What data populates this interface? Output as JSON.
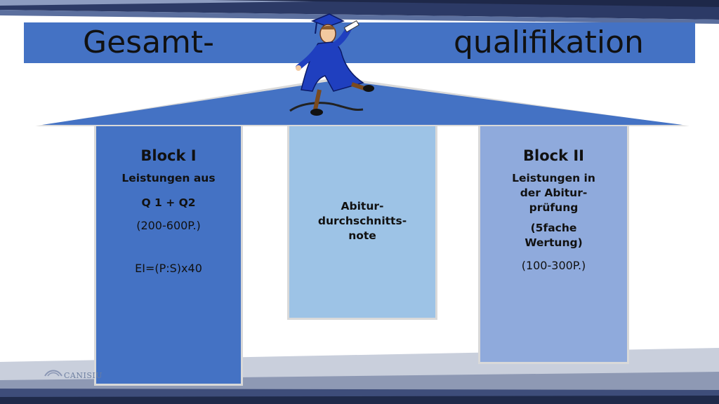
{
  "title": {
    "left": "Gesamt-",
    "right": "qualifikation"
  },
  "blocks": [
    {
      "heading": "Block I",
      "lines": [
        "Leistungen aus",
        "Q 1 + Q2"
      ],
      "points": "(200-600P.)",
      "formula": "EI=(P:S)x40"
    },
    {
      "lines": [
        "Abitur-",
        "durchschnitts-",
        "note"
      ]
    },
    {
      "heading": "Block II",
      "lines": [
        "Leistungen in",
        "der Abitur-",
        "prüfung",
        "(5fache",
        "Wertung)"
      ],
      "points": "(100-300P.)"
    }
  ],
  "logo": {
    "text": "CANISIU"
  },
  "colors": {
    "band": "#4472c4",
    "block1": "#4472c4",
    "block2": "#9dc3e6",
    "block3": "#8faadc",
    "dark": "#1f2a4a"
  },
  "icons": [
    "graduate-clipart",
    "logo-mark"
  ]
}
